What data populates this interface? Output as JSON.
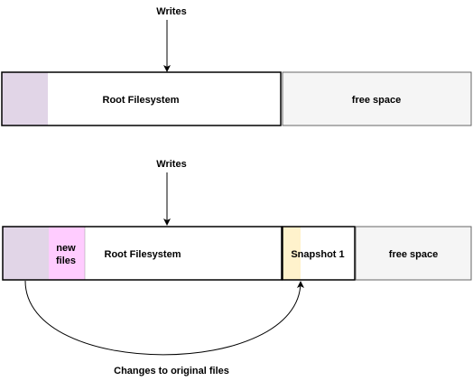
{
  "diagram": {
    "top": {
      "writes_label": "Writes",
      "root_label": "Root Filesystem",
      "free_label": "free space"
    },
    "bottom": {
      "writes_label": "Writes",
      "new_files_line1": "new",
      "new_files_line2": "files",
      "root_label": "Root Filesystem",
      "snapshot_label": "Snapshot 1",
      "free_label": "free space",
      "changes_label": "Changes to original files"
    },
    "colors": {
      "metadata_block": "#e1d5e7",
      "new_files_block": "#ffccff",
      "snapshot_block": "#fff2cc",
      "free_space_block": "#f5f5f5",
      "free_space_border": "#666666",
      "outline": "#000000"
    }
  }
}
